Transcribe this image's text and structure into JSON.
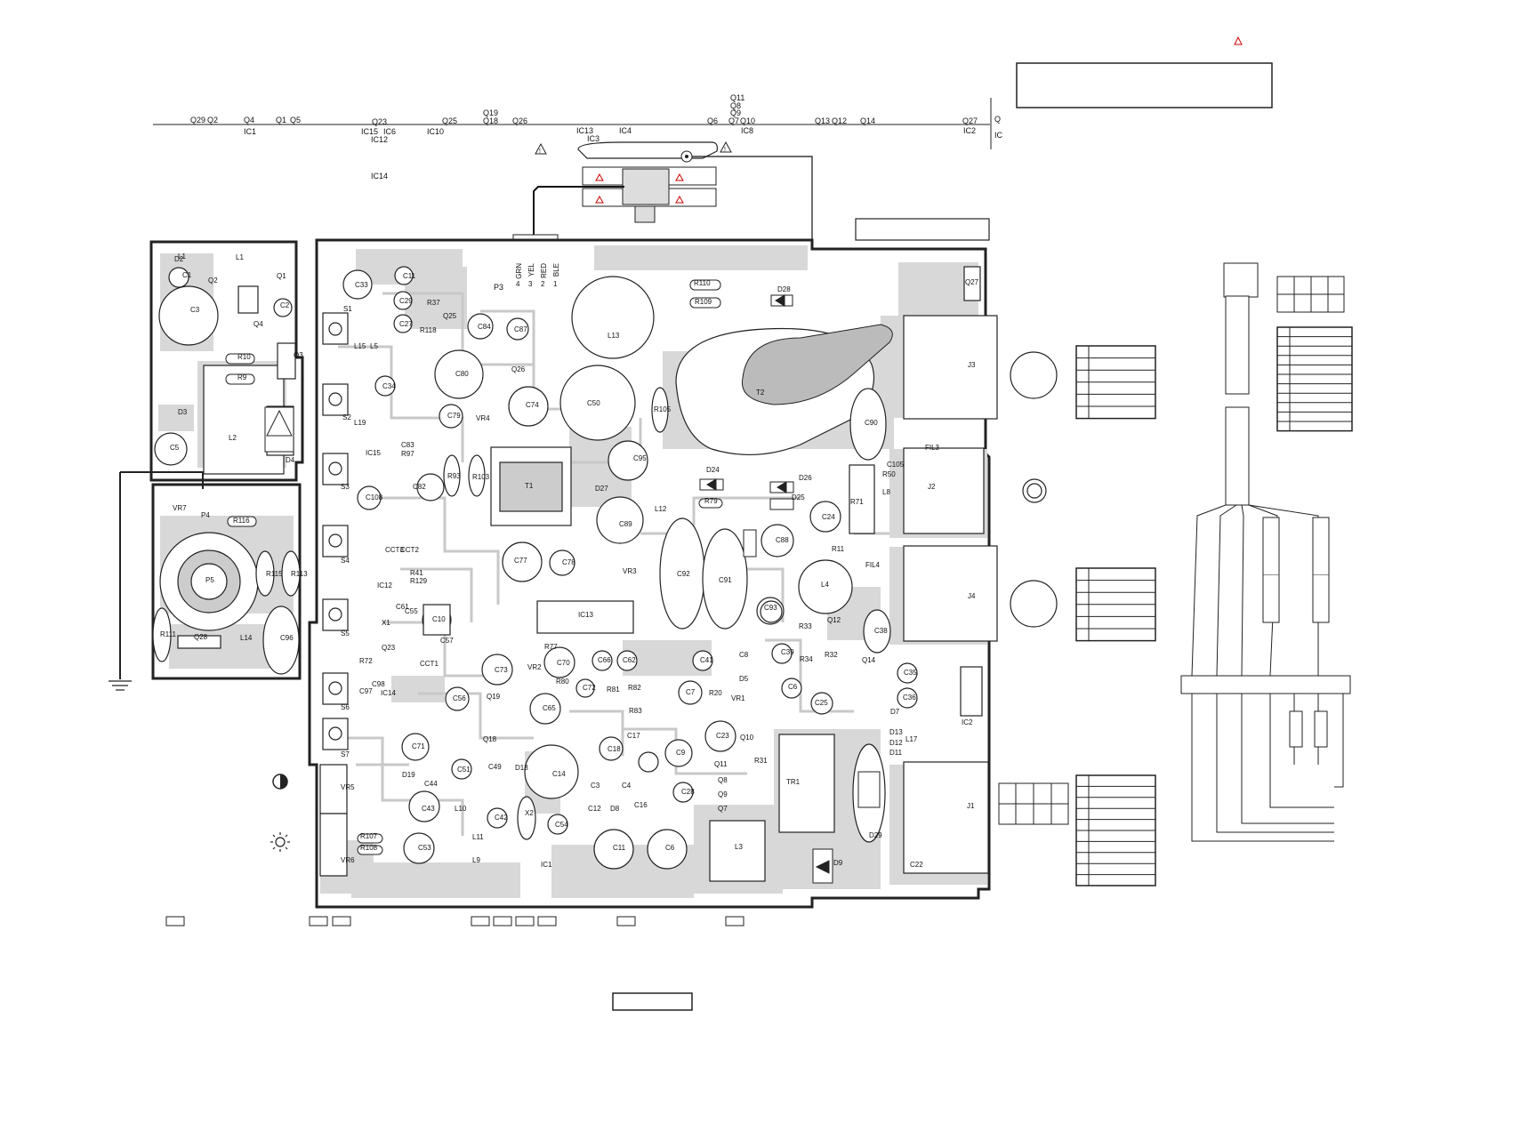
{
  "ref_rows": {
    "q_row": [
      "Q29",
      "Q2",
      "Q4",
      "Q1",
      "Q5",
      "Q23",
      "Q25",
      "Q19",
      "Q18",
      "Q26",
      "Q11",
      "Q8",
      "Q9",
      "Q6",
      "Q7",
      "Q10",
      "Q13",
      "Q12",
      "Q14",
      "Q27",
      "Q"
    ],
    "ic_row": [
      "IC1",
      "IC15",
      "IC6",
      "IC12",
      "IC10",
      "IC13",
      "IC3",
      "IC4",
      "IC8",
      "IC2",
      "IC",
      "IC14"
    ]
  },
  "connector_colors": [
    "GRN",
    "YEL",
    "RED",
    "BLE"
  ],
  "connector_pins": [
    "4",
    "3",
    "2",
    "1"
  ],
  "components": [
    "L1",
    "D2",
    "C1",
    "Q2",
    "Q1",
    "L1",
    "C2",
    "C3",
    "Q4",
    "R10",
    "Q3",
    "R9",
    "D3",
    "L2",
    "D4",
    "C5",
    "VR7",
    "P4",
    "R116",
    "P5",
    "R115",
    "R113",
    "R111",
    "Q28",
    "L14",
    "C96",
    "C33",
    "C11",
    "R37",
    "C29",
    "C27",
    "R118",
    "Q25",
    "C84",
    "C87",
    "L13",
    "R110",
    "R109",
    "D28",
    "Q27",
    "S1",
    "L15",
    "L5",
    "C34",
    "C80",
    "Q26",
    "C50",
    "C74",
    "C79",
    "VR4",
    "R105",
    "T2",
    "C90",
    "J3",
    "S2",
    "L19",
    "C83",
    "R97",
    "IC15",
    "S3",
    "C108",
    "C82",
    "R93",
    "R103",
    "T1",
    "C95",
    "D27",
    "D24",
    "D26",
    "R79",
    "D25",
    "C24",
    "R71",
    "L8",
    "R50",
    "C105",
    "J2",
    "FIL3",
    "S4",
    "CCT3",
    "CCT2",
    "R41",
    "R129",
    "C89",
    "L12",
    "C77",
    "C78",
    "VR3",
    "C92",
    "C91",
    "C88",
    "R11",
    "FIL4",
    "L4",
    "J4",
    "C93",
    "S5",
    "IC12",
    "X1",
    "C61",
    "C55",
    "C10",
    "C57",
    "IC13",
    "R33",
    "Q12",
    "C38",
    "Q23",
    "R72",
    "CCT1",
    "C73",
    "VR2",
    "C70",
    "C66",
    "C62",
    "R77",
    "R80",
    "C72",
    "R81",
    "R82",
    "C41",
    "C8",
    "C39",
    "R34",
    "R32",
    "Q14",
    "C35",
    "S6",
    "C97",
    "C98",
    "IC14",
    "C56",
    "Q19",
    "C65",
    "R83",
    "C7",
    "D5",
    "VR1",
    "R20",
    "C6",
    "C25",
    "C36",
    "D7",
    "D13",
    "D12",
    "D11",
    "IC2",
    "S7",
    "C71",
    "Q18",
    "C18",
    "C17",
    "C23",
    "Q10",
    "C9",
    "Q11",
    "Q8",
    "Q9",
    "Q7",
    "R31",
    "TR1",
    "D29",
    "J1",
    "L17",
    "C51",
    "C49",
    "C44",
    "D19",
    "C43",
    "C14",
    "D18",
    "C3",
    "C4",
    "C28",
    "C16",
    "C42",
    "X2",
    "C54",
    "C12",
    "D8",
    "C11",
    "C6",
    "L3",
    "D9",
    "C22",
    "VR5",
    "R107",
    "R108",
    "VR6",
    "C53",
    "L10",
    "L11",
    "L9",
    "IC1"
  ],
  "table_rows": {
    "top_right": 11,
    "j3": 6,
    "j4": 6,
    "j1": 10
  },
  "colors": {
    "copper": "#d8d8d8",
    "ink": "#111111",
    "warning": "#cc0000"
  },
  "icons": [
    "warning-triangle-icon",
    "ground-icon",
    "contrast-icon",
    "brightness-icon"
  ]
}
